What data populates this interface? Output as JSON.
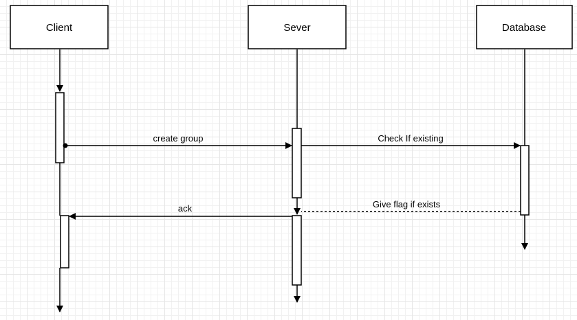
{
  "diagram": {
    "participants": [
      {
        "id": "client",
        "label": "Client"
      },
      {
        "id": "server",
        "label": "Sever"
      },
      {
        "id": "database",
        "label": "Database"
      }
    ],
    "messages": [
      {
        "from": "client",
        "to": "server",
        "label": "create group",
        "style": "solid"
      },
      {
        "from": "server",
        "to": "database",
        "label": "Check If existing",
        "style": "solid"
      },
      {
        "from": "database",
        "to": "server",
        "label": "Give flag if exists",
        "style": "dashed"
      },
      {
        "from": "server",
        "to": "client",
        "label": "ack",
        "style": "solid"
      }
    ]
  },
  "colors": {
    "stroke": "#000000",
    "fill": "#ffffff",
    "grid": "#e6e6e6"
  }
}
